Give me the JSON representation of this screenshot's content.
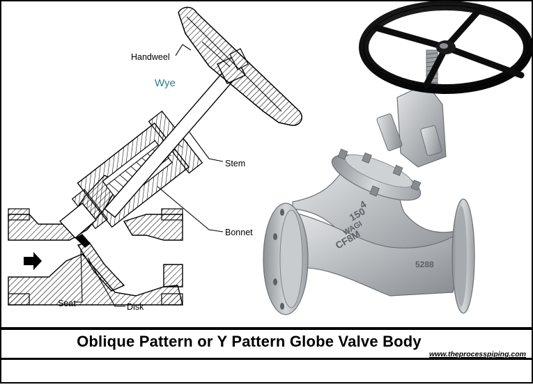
{
  "diagram": {
    "title_label": "Wye",
    "labels": {
      "handwheel": "Handweel",
      "stem": "Stem",
      "bonnet": "Bonnet",
      "seat": "Seat",
      "disk": "Disk"
    },
    "valve_markings": [
      "4",
      "150",
      "WAGI",
      "CF8M",
      "5288"
    ],
    "colors": {
      "wye_label": "#2e7f8f",
      "hatch": "#000000",
      "handwheel_paint": "#0d0d0d",
      "steel": "#b9bcbf"
    }
  },
  "caption": "Oblique Pattern or Y Pattern Globe Valve Body",
  "website": "www.theprocesspiping.com"
}
